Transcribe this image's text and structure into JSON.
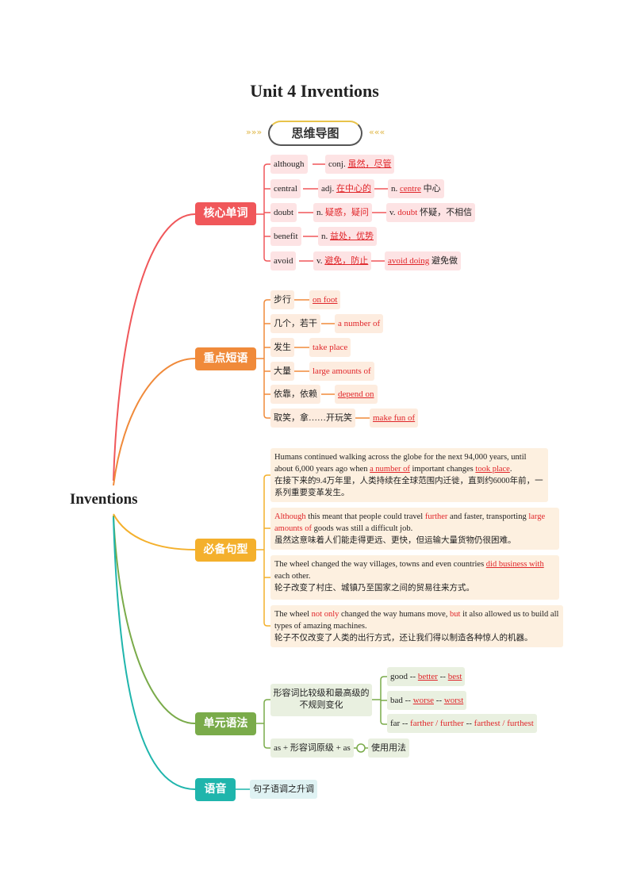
{
  "title": "Unit 4 Inventions",
  "banner": {
    "label": "思维导图",
    "left_deco": "»»»",
    "right_deco": "«««"
  },
  "root": "Inventions",
  "colors": {
    "words": "#f0575a",
    "phrases": "#f08a3a",
    "sentences": "#f4b02c",
    "grammar": "#7aab4a",
    "phonetics": "#1fb5ac",
    "highlight": "#e0262a"
  },
  "words": {
    "label": "核心单词",
    "items": [
      {
        "word": "although",
        "def1_pre": "conj. ",
        "def1_hl": "虽然，尽管"
      },
      {
        "word": "central",
        "def1_pre": "adj. ",
        "def1_hl": "在中心的",
        "def2_pre": "n. ",
        "def2_hl": "centre",
        "def2_post": " 中心"
      },
      {
        "word": "doubt",
        "def1_pre": "n. ",
        "def1_hl": "疑惑，疑问",
        "def2_pre": "v. ",
        "def2_hl": "doubt",
        "def2_post": " 怀疑，不相信"
      },
      {
        "word": "benefit",
        "def1_pre": "n. ",
        "def1_hl": "益处，优势"
      },
      {
        "word": "avoid",
        "def1_pre": "v. ",
        "def1_hl": "避免，防止",
        "def2_hl": "avoid doing",
        "def2_post": " 避免做"
      }
    ]
  },
  "phrases": {
    "label": "重点短语",
    "items": [
      {
        "cn": "步行",
        "en": "on foot"
      },
      {
        "cn": "几个，若干",
        "en": "a number of"
      },
      {
        "cn": "发生",
        "en": "take place"
      },
      {
        "cn": "大量",
        "en": "large amounts of"
      },
      {
        "cn": "依靠，依赖",
        "en": "depend on"
      },
      {
        "cn": "取笑，拿……开玩笑",
        "en": "make fun of"
      }
    ]
  },
  "sentences": {
    "label": "必备句型",
    "items": [
      {
        "segs": [
          "Humans continued walking across the globe for the next 94,000 years, until about 6,000 years ago when ",
          "a number of",
          " important changes ",
          "took place",
          "."
        ],
        "cn": "在接下来的9.4万年里，人类持续在全球范围内迁徙，直到约6000年前，一系列重要变革发生。"
      },
      {
        "segs": [
          "Although",
          " this meant that people could travel ",
          "further",
          " and faster, transporting ",
          "large amounts of",
          " goods was still a difficult job."
        ],
        "cn": "虽然这意味着人们能走得更远、更快，但运输大量货物仍很困难。"
      },
      {
        "segs": [
          "The wheel changed the way villages, towns and even countries ",
          "did business with",
          " each other."
        ],
        "cn": "轮子改变了村庄、城镇乃至国家之间的贸易往来方式。"
      },
      {
        "segs": [
          "The wheel ",
          "not only",
          " changed the way humans move, ",
          "but",
          " it also allowed us to build all types of amazing machines."
        ],
        "cn": "轮子不仅改变了人类的出行方式，还让我们得以制造各种惊人的机器。"
      }
    ]
  },
  "grammar": {
    "label": "单元语法",
    "topic1_line1": "形容词比较级和最高级的",
    "topic1_line2": "不规则变化",
    "forms": [
      {
        "base": "good -- ",
        "comp": "better",
        "sep": " -- ",
        "sup": "best"
      },
      {
        "base": "bad -- ",
        "comp": "worse",
        "sep": " -- ",
        "sup": "worst"
      },
      {
        "base": "far -- ",
        "comp": "farther / further",
        "sep": " -- ",
        "sup": "farthest / furthest"
      }
    ],
    "topic2": "as + 形容词原级 + as",
    "topic2_child": "使用用法"
  },
  "phonetics": {
    "label": "语音",
    "child": "句子语调之升调"
  }
}
